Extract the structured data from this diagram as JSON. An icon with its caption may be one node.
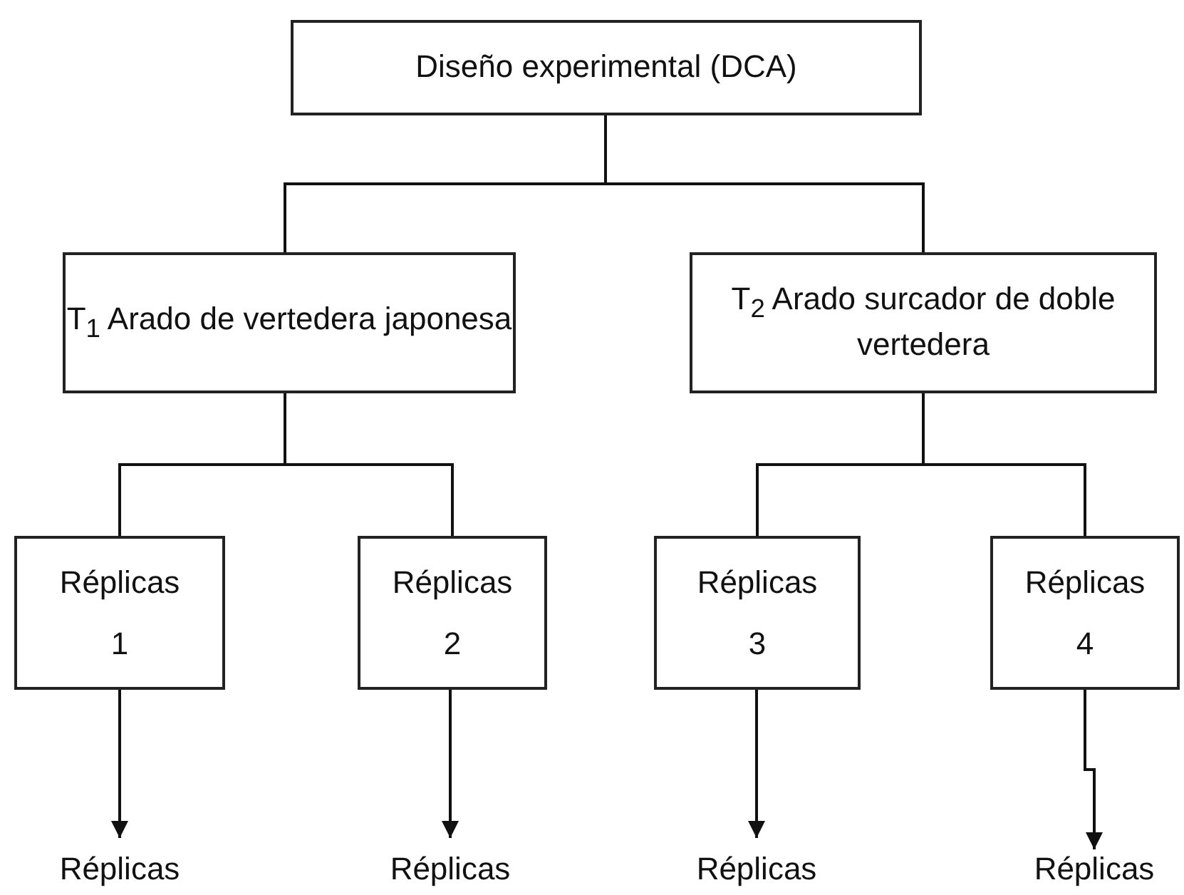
{
  "diagram": {
    "nodes": [
      {
        "text": [
          "Diseño experimental (DCA)"
        ]
      },
      {
        "text": [
          "T$_{1}$ Arado de vertedera japonesa"
        ]
      },
      {
        "text": [
          "T$_{2}$ Arado surcador de doble vertedera"
        ]
      },
      {
        "text": [
          "Réplicas 1"
        ]
      },
      {
        "text": [
          "Réplicas 2"
        ]
      },
      {
        "text": [
          "Réplicas 3"
        ]
      },
      {
        "text": [
          "Réplicas 4"
        ]
      },
      {
        "text": [
          "Réplicas"
        ]
      },
      {
        "text": [
          "Réplicas"
        ]
      },
      {
        "text": [
          "Réplicas"
        ]
      },
      {
        "text": [
          "Réplicas"
        ]
      }
    ],
    "edges": [
      {
        "from": 0,
        "to": 1,
        "arrow": "none"
      },
      {
        "from": 0,
        "to": 2,
        "arrow": "none"
      },
      {
        "from": 1,
        "to": 3,
        "arrow": "none"
      },
      {
        "from": 1,
        "to": 4,
        "arrow": "none"
      },
      {
        "from": 2,
        "to": 5,
        "arrow": "none"
      },
      {
        "from": 2,
        "to": 6,
        "arrow": "none"
      },
      {
        "from": 3,
        "to": 7,
        "arrow": "to"
      },
      {
        "from": 4,
        "to": 8,
        "arrow": "to"
      },
      {
        "from": 5,
        "to": 9,
        "arrow": "to"
      },
      {
        "from": 6,
        "to": 10,
        "arrow": "to"
      }
    ]
  }
}
